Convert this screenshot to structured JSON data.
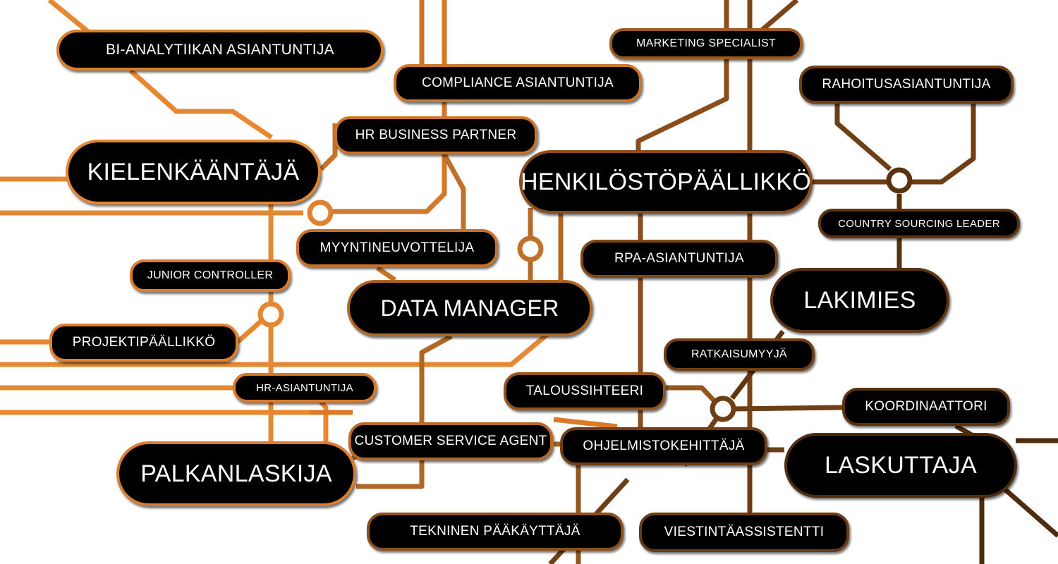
{
  "colors": {
    "accent_orange": "#e58831",
    "mid_brown": "#9a5a20",
    "dark_brown": "#4e2c0e",
    "pill_fill": "#000000",
    "pill_text": "#ffffff",
    "background": "#ffffff"
  },
  "stations": {
    "bi": "BI-ANALYTIIKAN ASIANTUNTIJA",
    "compliance": "COMPLIANCE ASIANTUNTIJA",
    "marketing": "MARKETING SPECIALIST",
    "rahoitus": "RAHOITUSASIANTUNTIJA",
    "hrbp": "HR BUSINESS PARTNER",
    "kielenkaantaja": "KIELENKÄÄNTÄJÄ",
    "henkilosto": "HENKILÖSTÖPÄÄLLIKKÖ",
    "country_sourcing": "COUNTRY SOURCING LEADER",
    "myyntineuvottelija": "MYYNTINEUVOTTELIJA",
    "rpa": "RPA-ASIANTUNTIJA",
    "junior_controller": "JUNIOR CONTROLLER",
    "lakimies": "LAKIMIES",
    "data_manager": "DATA MANAGER",
    "projektipaallikko": "PROJEKTIPÄÄLLIKKÖ",
    "ratkaisumyyja": "RATKAISUMYYJÄ",
    "taloussihteeri": "TALOUSSIHTEERI",
    "hr_asiantuntija": "HR-ASIANTUNTIJA",
    "koordinaattori": "KOORDINAATTORI",
    "customer_service": "CUSTOMER SERVICE AGENT",
    "ohjelmistokehittaja": "OHJELMISTOKEHITTÄJÄ",
    "laskuttaja": "LASKUTTAJA",
    "palkanlaskija": "PALKANLASKIJA",
    "tekninen": "TEKNINEN PÄÄKÄYTTÄJÄ",
    "viestinta": "VIESTINTÄASSISTENTTI"
  }
}
